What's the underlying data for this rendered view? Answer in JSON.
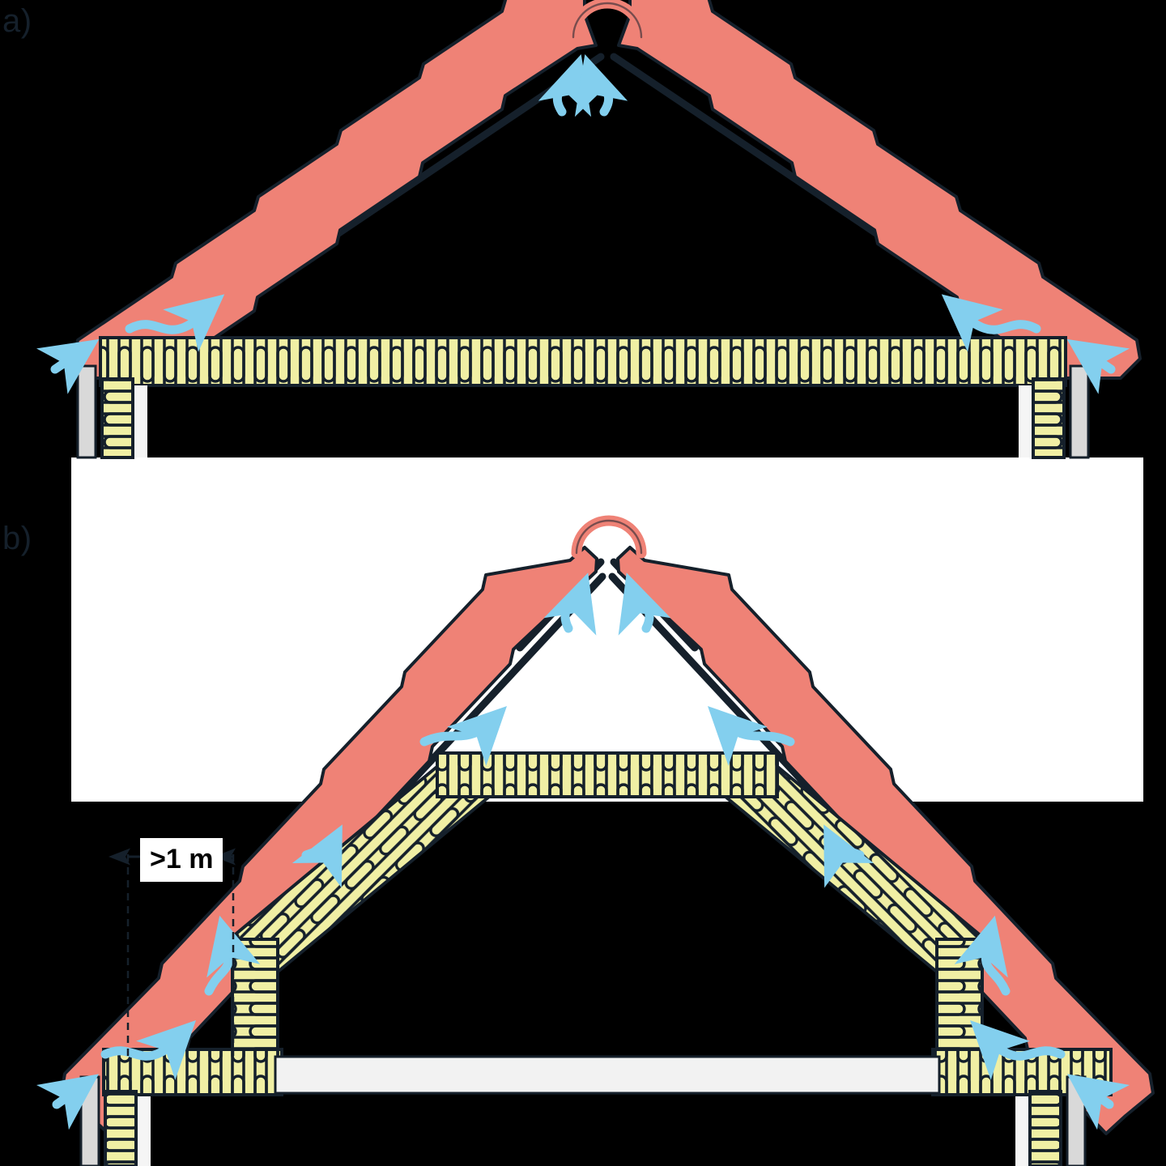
{
  "figure": {
    "title": "Roof ventilation cross-sections",
    "background_color": "#000000",
    "panel_b_backdrop_color": "#ffffff"
  },
  "panels": [
    {
      "id": "a",
      "label": "a)",
      "description": "Cold roof: insulation laid flat at ceiling level, ventilated attic space above",
      "label_color": "#15202b"
    },
    {
      "id": "b",
      "label": "b)",
      "description": "Warm roof / room-in-roof: insulation follows rafter line with ventilation gap above",
      "label_color": "#15202b"
    }
  ],
  "annotations": {
    "dimension": {
      "text": ">1 m",
      "text_color": "#000000",
      "background_color": "#ffffff",
      "style": "double-headed-arrow-with-dashed-extension-lines"
    }
  },
  "legend_elements": {
    "roof_covering": {
      "name": "roof-tiles",
      "color": "#ef8276"
    },
    "ridge_vent": {
      "name": "ridge-ventilator-cap",
      "color": "#ef8276"
    },
    "insulation": {
      "name": "thermal-insulation",
      "fill": "#f0efa4",
      "stroke": "#15202b"
    },
    "airflow": {
      "name": "ventilation-airflow-arrows",
      "color": "#83cfee"
    },
    "structure": {
      "name": "rafters-and-battens",
      "color": "#15202b"
    },
    "wall_layer": {
      "name": "wall-construction-layer",
      "color": "#d9d9d9"
    },
    "floor_slab": {
      "name": "floor-slab",
      "color": "#f2f2f2"
    },
    "inner_lining": {
      "name": "inner-lining-board",
      "color": "#f5f5f5"
    }
  },
  "colors": {
    "roof_red": "#ef8276",
    "insulation_yellow": "#f0efa4",
    "airflow_blue": "#83cfee",
    "outline_dark": "#15202b",
    "wall_grey": "#d9d9d9",
    "slab_grey": "#f2f2f2",
    "lining_white": "#f5f5f5",
    "background": "#000000",
    "panel_white": "#ffffff"
  }
}
